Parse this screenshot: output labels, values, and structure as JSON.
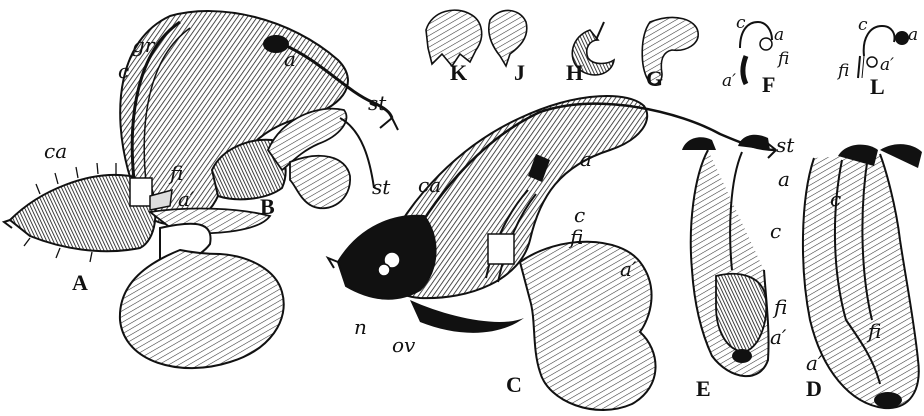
{
  "figures": {
    "A": "A",
    "B": "B",
    "C": "C",
    "D": "D",
    "E": "E",
    "F": "F",
    "G": "G",
    "H": "H",
    "J": "J",
    "K": "K",
    "L": "L"
  },
  "labels": {
    "gr": "gr",
    "c": "c",
    "a": "a",
    "a_prime": "a′",
    "ca": "ca",
    "fi": "fi",
    "st": "st",
    "n": "n",
    "ov": "ov"
  }
}
